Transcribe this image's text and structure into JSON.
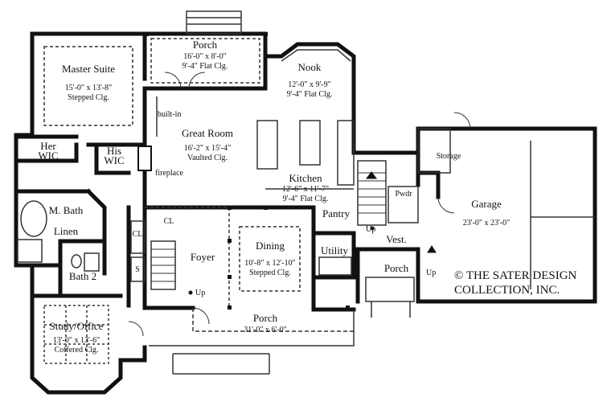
{
  "rooms": {
    "porch_rear": {
      "name": "Porch",
      "dim1": "16'-0\" x 8'-0\"",
      "dim2": "9'-4\" Flat Clg."
    },
    "master_suite": {
      "name": "Master Suite",
      "dim1": "15'-0\" x 13'-8\"",
      "dim2": "Stepped Clg."
    },
    "nook": {
      "name": "Nook",
      "dim1": "12'-0\" x 9'-9\"",
      "dim2": "9'-4\" Flat Clg."
    },
    "great_room": {
      "name": "Great Room",
      "dim1": "16'-2\" x 15'-4\"",
      "dim2": "Vaulted Clg."
    },
    "kitchen": {
      "name": "Kitchen",
      "dim1": "12'-6\" x 11'-7\"",
      "dim2": "9'-4\" Flat Clg."
    },
    "garage": {
      "name": "Garage",
      "dim1": "23'-0\" x 23'-0\""
    },
    "dining": {
      "name": "Dining",
      "dim1": "10'-8\" x 12'-10\"",
      "dim2": "Stepped Clg."
    },
    "study": {
      "name": "Study/Office",
      "dim1": "13'-0\" x 13'-6\"",
      "dim2": "Coffered Clg."
    },
    "porch_front": {
      "name": "Porch",
      "dim1": "31'-0\" x 6'-0\""
    }
  },
  "labels": {
    "her_wic_1": "Her",
    "her_wic_2": "WIC",
    "his_wic_1": "His",
    "his_wic_2": "WIC",
    "m_bath": "M. Bath",
    "linen": "Linen",
    "bath2": "Bath 2",
    "cl_foyer": "CL",
    "cl_hall": "CL",
    "s_closet": "S",
    "foyer": "Foyer",
    "built_in": "built-in",
    "fireplace": "fireplace",
    "pantry": "Pantry",
    "utility": "Utility",
    "pwdr": "Pwdr",
    "vest": "Vest.",
    "porch_side": "Porch",
    "storage": "Storage",
    "up1": "Up",
    "up2": "Up",
    "up3": "Up"
  },
  "credit": {
    "line1": "© THE SATER DESIGN",
    "line2": "COLLECTION, INC."
  },
  "colors": {
    "wall": "#111111",
    "light_line": "#555555",
    "paper": "#ffffff"
  }
}
